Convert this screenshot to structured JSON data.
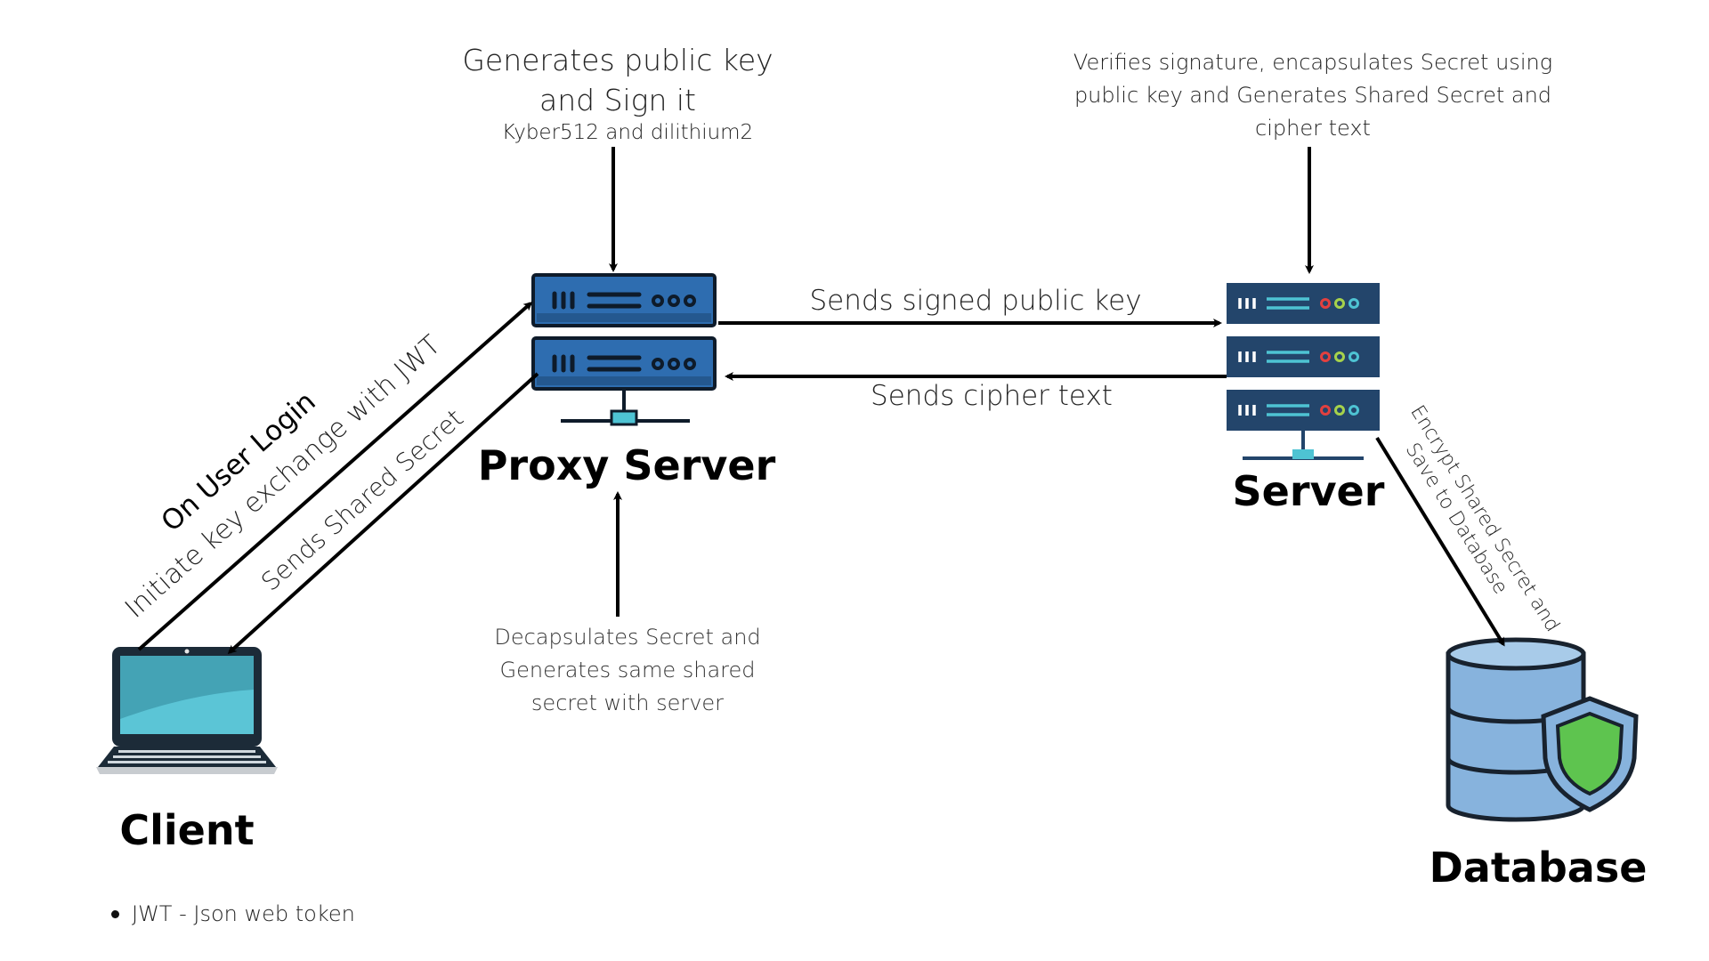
{
  "nodes": {
    "proxy_server": "Proxy Server",
    "server": "Server",
    "client": "Client",
    "database": "Database"
  },
  "annotations": {
    "proxy_top_line1": "Generates public key",
    "proxy_top_line2": "and Sign it",
    "proxy_top_algos": "Kyber512 and dilithium2",
    "server_top_line1": "Verifies signature, encapsulates Secret using",
    "server_top_line2": "public key and Generates Shared Secret and",
    "server_top_line3": "cipher text",
    "proxy_bottom_line1": "Decapsulates Secret and",
    "proxy_bottom_line2": "Generates same shared",
    "proxy_bottom_line3": "secret with server"
  },
  "edges": {
    "proxy_to_server": "Sends signed public key",
    "server_to_proxy": "Sends cipher text",
    "client_login_line1": "On User Login",
    "client_login_line2": "Initiate key exchange with JWT",
    "proxy_to_client": "Sends Shared Secret",
    "server_to_db_line1": "Encrypt Shared Secret and",
    "server_to_db_line2": "Save to Database"
  },
  "legend": {
    "items": [
      "JWT - Json web token"
    ]
  },
  "colors": {
    "proxy_blue": "#2e6db0",
    "server_navy": "#23456b",
    "screen_teal": "#4ec3d3",
    "db_blue": "#87b3dd",
    "shield_green": "#5ec44f"
  }
}
